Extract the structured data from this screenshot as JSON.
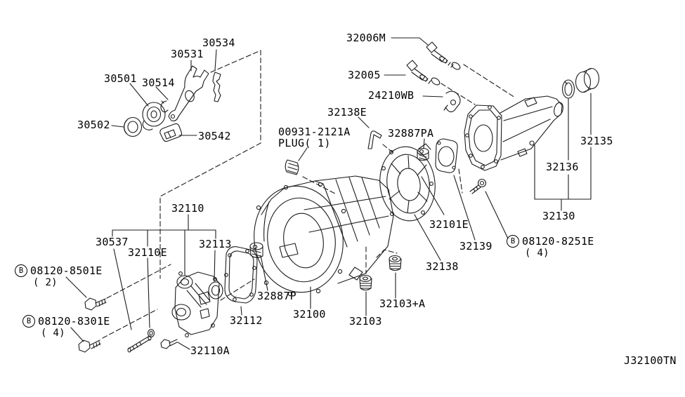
{
  "diagram": {
    "drawing_code": "J32100TN",
    "line_color": "#1c1c1c",
    "background_color": "#ffffff"
  },
  "parts": {
    "30501": "30501",
    "30502": "30502",
    "30514": "30514",
    "30531": "30531",
    "30534": "30534",
    "30537": "30537",
    "30542": "30542",
    "32005": "32005",
    "32006M": "32006M",
    "24210WB": "24210WB",
    "32100": "32100",
    "32101E": "32101E",
    "32103": "32103",
    "32103A": "32103+A",
    "32110": "32110",
    "32110A": "32110A",
    "32110E": "32110E",
    "32112": "32112",
    "32113": "32113",
    "32130": "32130",
    "32135": "32135",
    "32136": "32136",
    "32138": "32138",
    "32138E": "32138E",
    "32139": "32139",
    "32887P": "32887P",
    "32887PA": "32887PA",
    "plug": {
      "line1": "00931-2121A",
      "line2": "PLUG( 1)"
    },
    "bolts": {
      "b8251": {
        "prefix": "B",
        "number": "08120-8251E",
        "qty": "( 4)"
      },
      "b8501": {
        "prefix": "B",
        "number": "08120-8501E",
        "qty": "( 2)"
      },
      "b8301": {
        "prefix": "B",
        "number": "08120-8301E",
        "qty": "( 4)"
      }
    }
  }
}
